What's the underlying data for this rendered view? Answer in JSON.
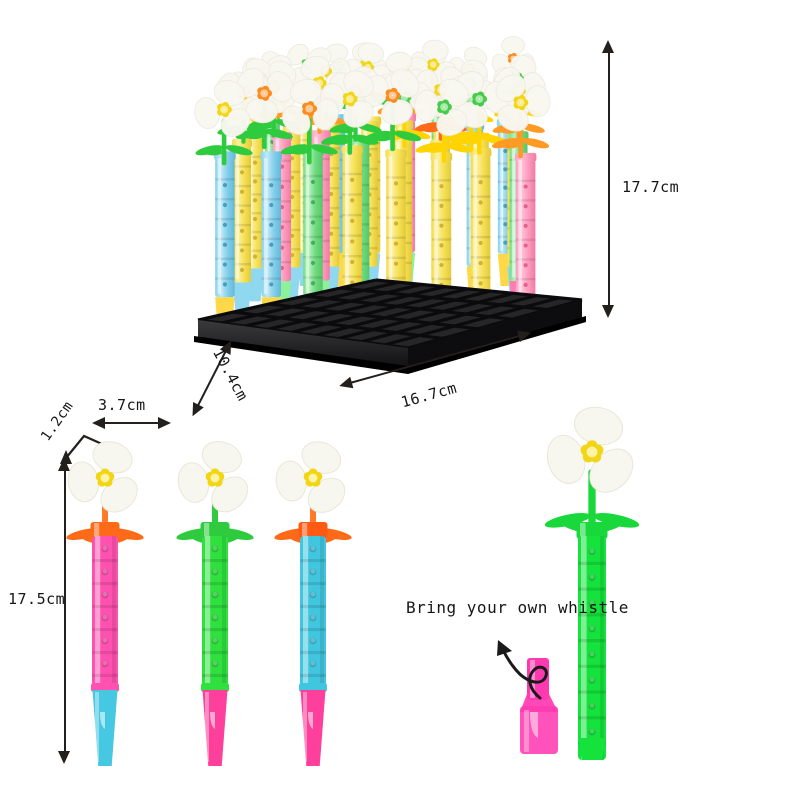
{
  "image": {
    "kind": "product-photo",
    "background_color": "#ffffff",
    "subject": "flower pinwheel whistle pens display box"
  },
  "annotations": {
    "height_box": "17.7cm",
    "depth_box": "10.4cm",
    "width_box": "16.7cm",
    "flower_thickness": "1.2cm",
    "flower_width": "3.7cm",
    "pen_length": "17.5cm",
    "whistle_note": "Bring your own whistle"
  },
  "colors": {
    "petal": "#f7f6ee",
    "center_yellow": "#f2d616",
    "center_orange": "#ff8a1e",
    "center_green": "#45cc4a",
    "stem_orange": "#ff6a18",
    "stem_green": "#2fcb3f",
    "body_pink": "#ff52b0",
    "body_green": "#2fe03f",
    "body_cyan": "#41c6e0",
    "body_brightgreen": "#15e23c",
    "tip_cyan": "#46c8e2",
    "tip_pink": "#ff3f9c",
    "whistle_pink": "#ff3ab0",
    "tray_black": "#1b1b1d",
    "arrow_ink": "#231f1c",
    "pastel_pink": "#ffafc9",
    "pastel_yellow": "#f9e45c",
    "pastel_green": "#8fe09a",
    "pastel_cyan": "#8fd8ef"
  },
  "display_box": {
    "label": "retail display tray with flower pens",
    "rows": 4,
    "columns": 8
  },
  "pens": [
    {
      "name": "pen-pink",
      "body": "#ff52b0",
      "cap": "#ff6a18",
      "leaf": "#ff6a18",
      "stem": "#ff7a2a",
      "center": "#f2d616",
      "tip": "#46c8e2"
    },
    {
      "name": "pen-green",
      "body": "#2fe03f",
      "cap": "#2fcb3f",
      "leaf": "#2fcb3f",
      "stem": "#2fcb3f",
      "center": "#f2d616",
      "tip": "#ff3f9c"
    },
    {
      "name": "pen-cyan",
      "body": "#41c6e0",
      "cap": "#ff5a14",
      "leaf": "#ff6a18",
      "stem": "#ff7a2a",
      "center": "#f2d616",
      "tip": "#ff3f9c"
    },
    {
      "name": "pen-brightgreen",
      "body": "#15e23c",
      "cap": "#19d83b",
      "leaf": "#19d83b",
      "stem": "#19d83b",
      "center": "#f2d616",
      "tip": "none"
    }
  ],
  "whistle_piece": {
    "name": "detachable-whistle",
    "color": "#ff3ab0"
  }
}
